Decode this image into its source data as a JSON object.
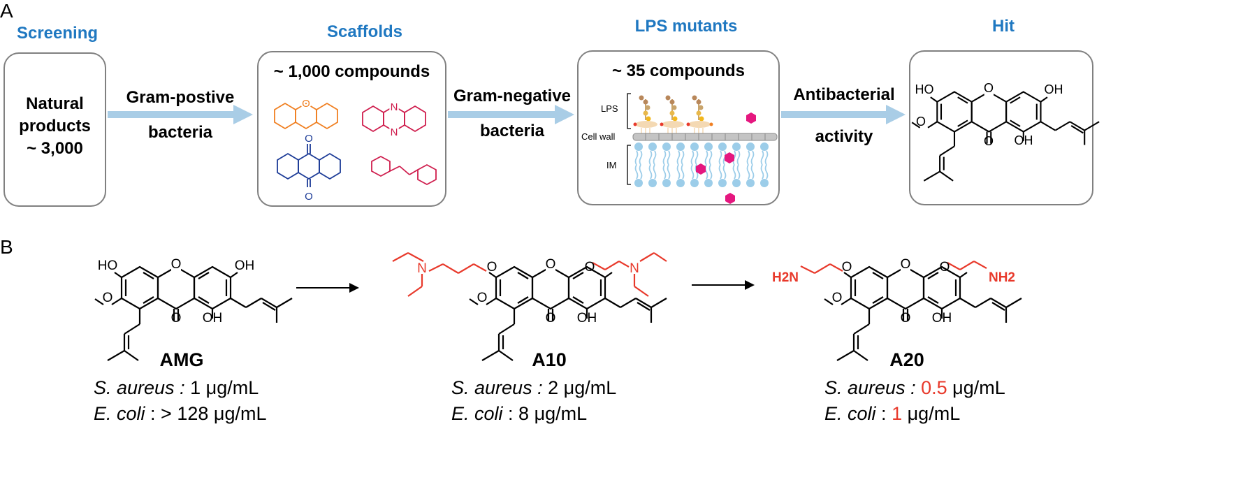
{
  "panel_a": {
    "letter": "A",
    "stages": [
      {
        "title": "Screening",
        "lines": [
          "Natural",
          "products",
          "~ 3,000"
        ]
      },
      {
        "title": "Scaffolds",
        "heading": "~ 1,000 compounds"
      },
      {
        "title": "LPS mutants",
        "heading": "~ 35 compounds",
        "labels": {
          "lps": "LPS",
          "cell_wall": "Cell wall",
          "im": "IM"
        }
      },
      {
        "title": "Hit"
      }
    ],
    "arrows": [
      {
        "line1": "Gram-postive",
        "line2": "bacteria"
      },
      {
        "line1": "Gram-negative",
        "line2": "bacteria"
      },
      {
        "line1": "Antibacterial",
        "line2": "activity"
      }
    ],
    "atom_labels": {
      "o": "O",
      "n": "N",
      "ho": "HO",
      "oh": "OH",
      "h2n": "H2N",
      "nh2": "NH2"
    }
  },
  "panel_b": {
    "letter": "B",
    "compounds": [
      {
        "name": "AMG",
        "sa_label": "S. aureus :",
        "sa_value": "1",
        "sa_unit": "μg/mL",
        "ec_label": "E. coli",
        "ec_value": ": > 128",
        "ec_unit": "μg/mL"
      },
      {
        "name": "A10",
        "sa_label": "S. aureus :",
        "sa_value": "2",
        "sa_unit": "μg/mL",
        "ec_label": "E. coli",
        "ec_value": ": 8",
        "ec_unit": "μg/mL"
      },
      {
        "name": "A20",
        "sa_label": "S. aureus :",
        "sa_value": "0.5",
        "sa_unit": "μg/mL",
        "ec_label": "E. coli",
        "ec_value": "1",
        "ec_unit": "μg/mL"
      }
    ]
  },
  "colors": {
    "title_blue": "#1f78c1",
    "arrow_blue": "#a9cde6",
    "orange": "#f07f21",
    "crimson": "#cf1d4d",
    "navy": "#1c3b97",
    "red": "#e8392b",
    "magenta": "#e5177f",
    "membrane": "#9ccde9"
  }
}
